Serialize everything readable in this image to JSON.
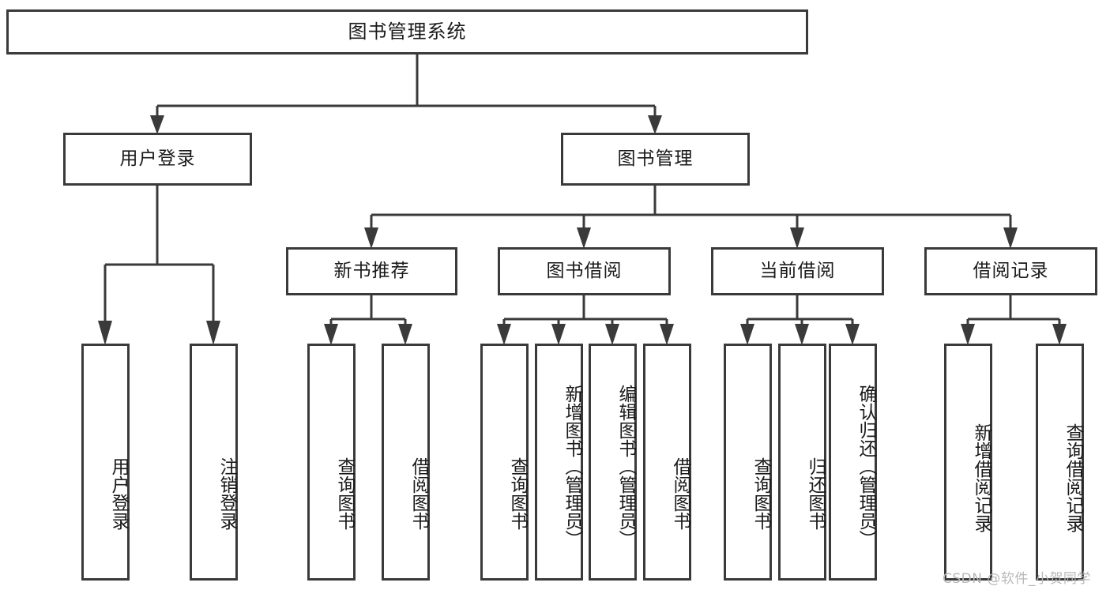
{
  "diagram": {
    "type": "tree-hierarchy",
    "title": "图书管理系统",
    "watermark": "CSDN @软件_小贺同学",
    "colors": {
      "stroke": "#3a3a3a",
      "box_fill": "#ffffff",
      "text": "#1a1a1a",
      "background": "#ffffff",
      "watermark": "#b8b8b8"
    },
    "root": {
      "label": "图书管理系统"
    },
    "level2": [
      {
        "label": "用户登录"
      },
      {
        "label": "图书管理"
      }
    ],
    "level3": [
      {
        "label": "新书推荐"
      },
      {
        "label": "图书借阅"
      },
      {
        "label": "当前借阅"
      },
      {
        "label": "借阅记录"
      }
    ],
    "leaves": {
      "user_login": [
        {
          "label": "用户登录"
        },
        {
          "label": "注销登录"
        }
      ],
      "new_book": [
        {
          "label": "查询图书"
        },
        {
          "label": "借阅图书"
        }
      ],
      "book_borrow": [
        {
          "label": "查询图书"
        },
        {
          "label": "新增图书（管理员）"
        },
        {
          "label": "编辑图书（管理员）"
        },
        {
          "label": "借阅图书"
        }
      ],
      "current_borrow": [
        {
          "label": "查询图书"
        },
        {
          "label": "归还图书"
        },
        {
          "label": "确认归还（管理员）"
        }
      ],
      "borrow_record": [
        {
          "label": "新增借阅记录"
        },
        {
          "label": "查询借阅记录"
        }
      ]
    }
  }
}
